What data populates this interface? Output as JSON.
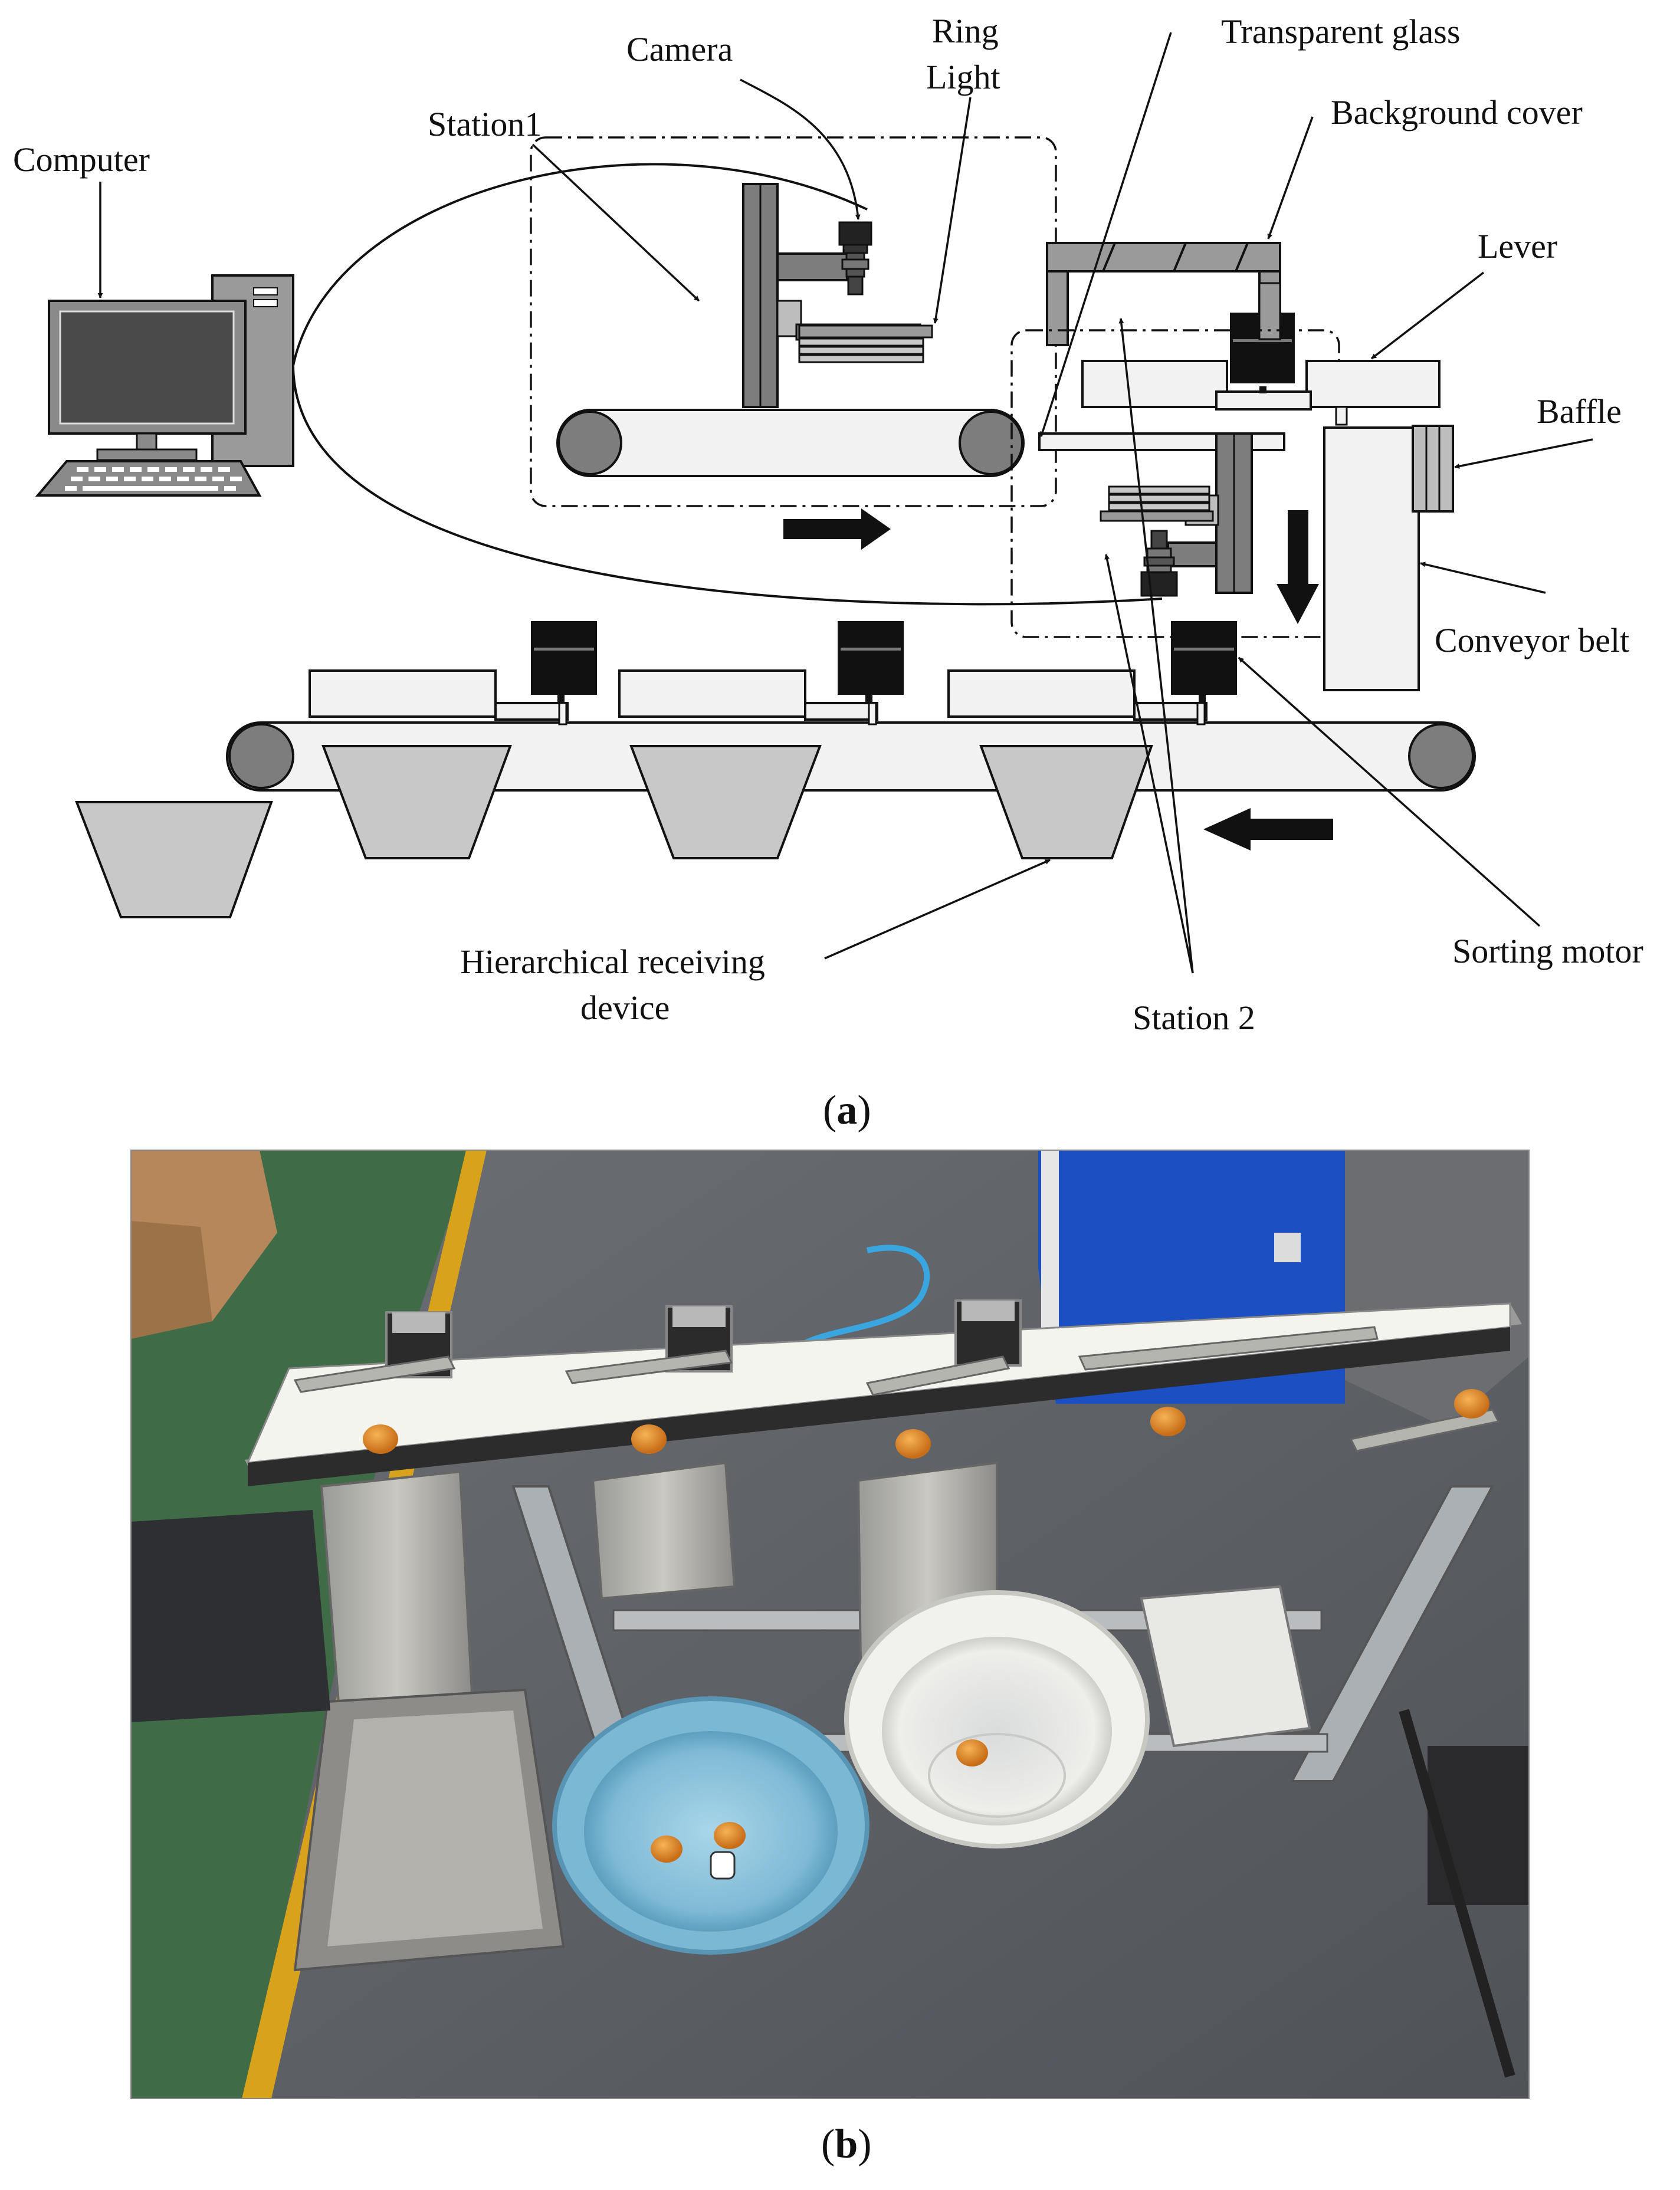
{
  "labels": {
    "computer": "Computer",
    "station1": "Station1",
    "camera": "Camera",
    "ring_light_1": "Ring",
    "ring_light_2": "Light",
    "transparent_glass": "Transparent glass",
    "background_cover": "Background cover",
    "lever": "Lever",
    "baffle": "Baffle",
    "conveyor_belt": "Conveyor belt",
    "sorting_motor": "Sorting motor",
    "hierarchical_1": "Hierarchical receiving",
    "hierarchical_2": "device",
    "station2": "Station 2"
  },
  "captions": {
    "a_open": "(",
    "a_letter": "a",
    "a_close": ")",
    "b_open": "(",
    "b_letter": "b",
    "b_close": ")"
  },
  "colors": {
    "outline": "#111111",
    "metal_gray": "#7d7d7d",
    "light_gray": "#c8c8c8",
    "belt_fill": "#f2f2f2",
    "photo_floor": "#5f646a",
    "yellow_stripe": "#d9a21b",
    "green_floor": "#3e6e45",
    "cabinet_blue": "#1c4fc2",
    "basin_blue": "#8ec6df",
    "loquat_orange": "#e08a2c"
  }
}
